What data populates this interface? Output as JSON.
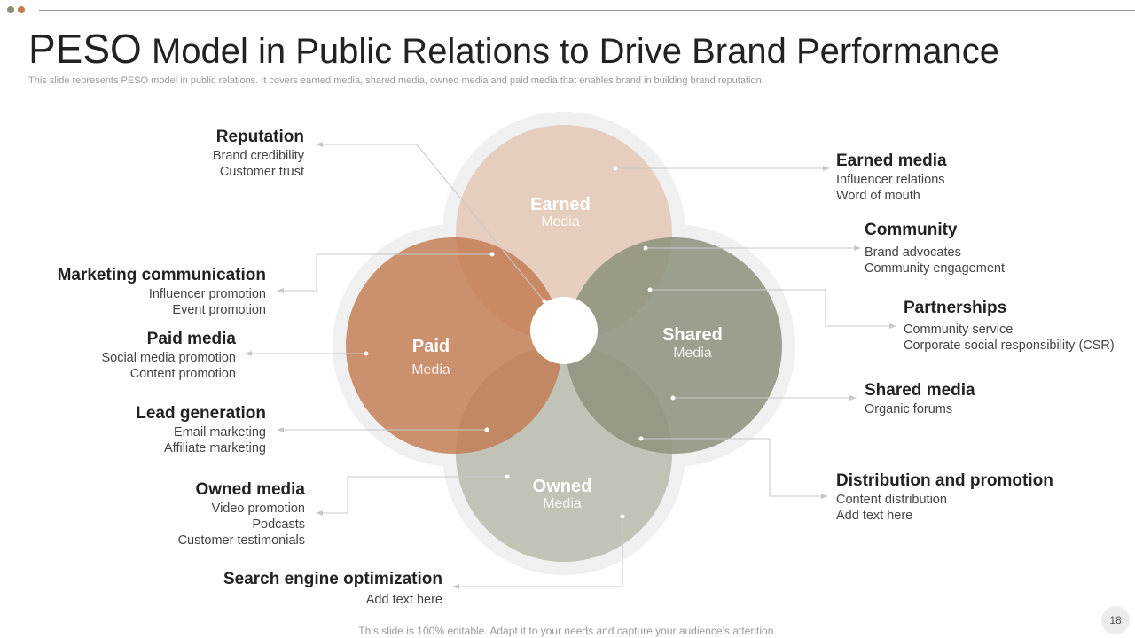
{
  "header": {
    "title_first": "PESO",
    "title_rest": " Model in Public Relations to Drive Brand Performance",
    "subtitle": "This slide represents PESO model in public relations. It covers earned media, shared media, owned media and paid media that enables brand in building brand reputation."
  },
  "circles": {
    "earned": {
      "title": "Earned",
      "sub": "Media"
    },
    "paid": {
      "title": "Paid",
      "sub": "Media"
    },
    "shared": {
      "title": "Shared",
      "sub": "Media"
    },
    "owned": {
      "title": "Owned",
      "sub": "Media"
    }
  },
  "labels": {
    "reputation": {
      "title": "Reputation",
      "lines": [
        "Brand credibility",
        "Customer trust"
      ]
    },
    "marketing": {
      "title": "Marketing communication",
      "lines": [
        "Influencer promotion",
        "Event promotion"
      ]
    },
    "paid_media": {
      "title": "Paid media",
      "lines": [
        "Social media promotion",
        "Content promotion"
      ]
    },
    "lead": {
      "title": "Lead generation",
      "lines": [
        "Email marketing",
        "Affiliate marketing"
      ]
    },
    "owned_media": {
      "title": "Owned media",
      "lines": [
        "Video promotion",
        "Podcasts",
        "Customer testimonials"
      ]
    },
    "seo": {
      "title": "Search engine optimization",
      "lines": [
        "Add text here"
      ]
    },
    "earned_media": {
      "title": "Earned media",
      "lines": [
        "Influencer relations",
        "Word of mouth"
      ]
    },
    "community": {
      "title": "Community",
      "lines": [
        "Brand advocates",
        "Community engagement"
      ]
    },
    "partnerships": {
      "title": "Partnerships",
      "lines": [
        "Community service",
        "Corporate social responsibility (CSR)"
      ]
    },
    "shared_media": {
      "title": "Shared media",
      "lines": [
        "Organic forums"
      ]
    },
    "distribution": {
      "title": "Distribution and promotion",
      "lines": [
        "Content distribution",
        "Add text here"
      ]
    }
  },
  "footer": "This slide is 100% editable. Adapt it to your needs and capture your audience’s attention.",
  "page_number": "18",
  "colors": {
    "earned": "#e5cbbb",
    "paid": "#c27a51",
    "shared": "#8e9480",
    "owned": "#bfc0b3",
    "ring": "#f0f0f0",
    "connector": "#c8c8c8",
    "accent_dot_1": "#8a8e74",
    "accent_dot_2": "#c27a51"
  }
}
